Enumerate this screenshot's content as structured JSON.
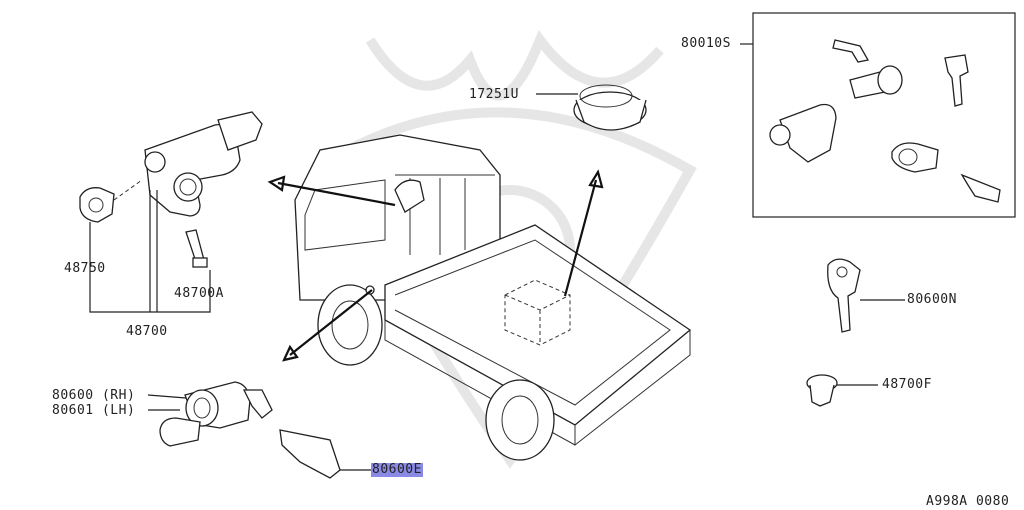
{
  "labels": {
    "p17251u": "17251U",
    "p80010s": "80010S",
    "p48750": "48750",
    "p48700a": "48700A",
    "p48700": "48700",
    "p80600rh": "80600 (RH)",
    "p80601lh": "80601 (LH)",
    "p80600e": "80600E",
    "p80600n": "80600N",
    "p48700f": "48700F",
    "figure_code": "A998A 0080"
  },
  "highlight_color": "#8a8ae6"
}
